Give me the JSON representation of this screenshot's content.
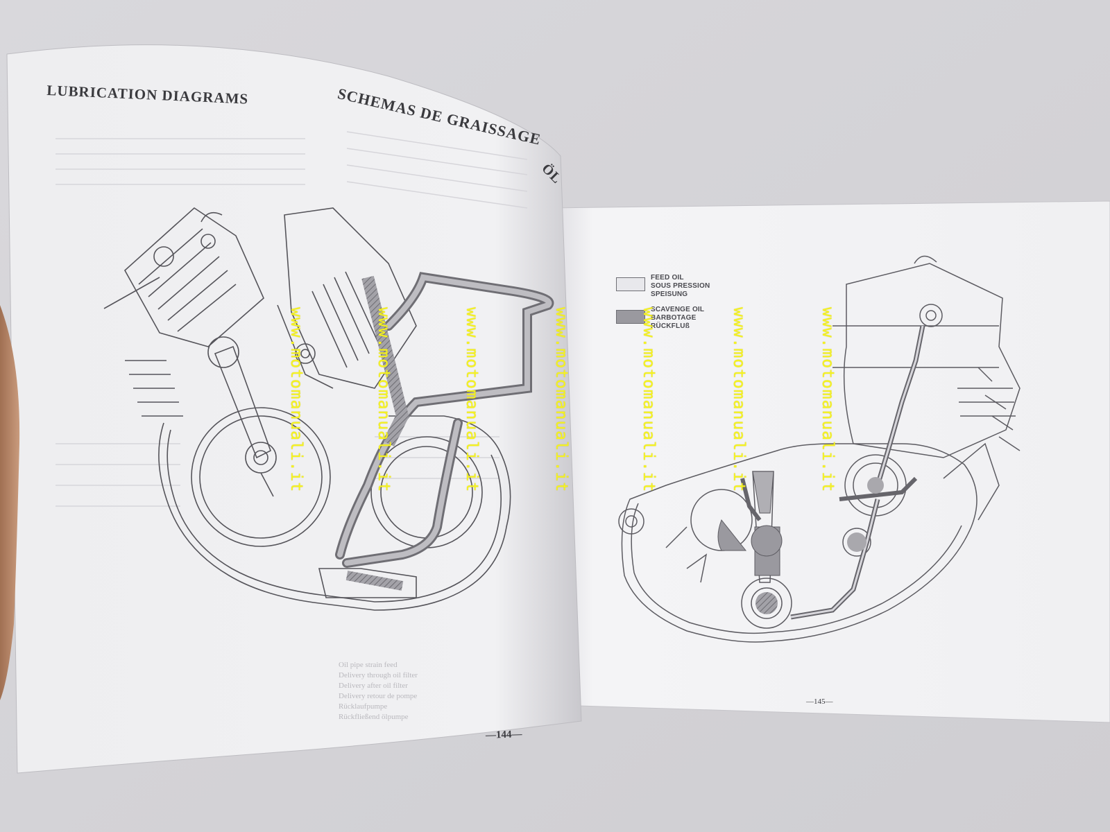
{
  "left_page": {
    "heading_en": "LUBRICATION DIAGRAMS",
    "heading_fr": "SCHEMAS DE GRAISSAGE",
    "heading_corner": "ÖL",
    "page_number": "—144—"
  },
  "right_page": {
    "page_number": "—145—",
    "legend": {
      "feed": [
        "FEED OIL",
        "SOUS PRESSION",
        "SPEISUNG"
      ],
      "scavenge": [
        "SCAVENGE OIL",
        "BARBOTAGE",
        "RÜCKFLUß"
      ]
    }
  },
  "watermark": "www.motomanuali.it",
  "caption_lines": [
    "Oil pipe strain feed",
    "Delivery through oil filter",
    "Delivery after oil filter",
    "Delivery retour de pompe",
    "Rücklaufpumpe",
    "Rückfließend ölpumpe"
  ],
  "colors": {
    "paper": "#f2f2f4",
    "watermark": "#f6f320",
    "scavenge_fill": "#9a999f",
    "feed_fill": "#e8e8ec"
  }
}
